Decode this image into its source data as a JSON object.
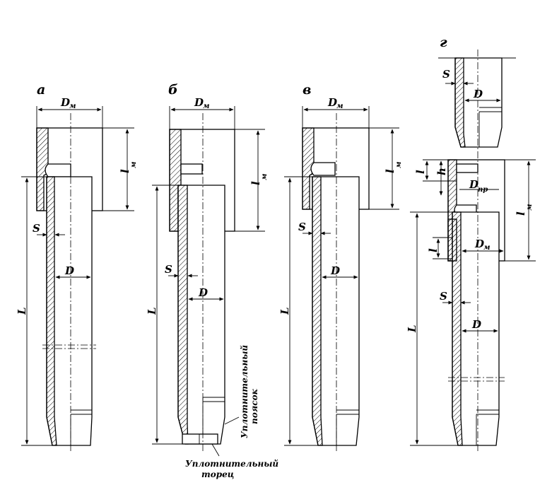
{
  "panels": {
    "a": "а",
    "b": "б",
    "v": "в",
    "g": "г"
  },
  "labels": {
    "D": "D",
    "D_sub": "м",
    "l": "l",
    "l_sub": "м",
    "L": "L",
    "S": "S",
    "h": "h",
    "Dnp": "D",
    "Dnp_sub": "пр"
  },
  "notes": {
    "sealing_belt_1": "Уплотнительный",
    "sealing_belt_2": "поясок",
    "sealing_face_1": "Уплотнительный",
    "sealing_face_2": "торец"
  }
}
